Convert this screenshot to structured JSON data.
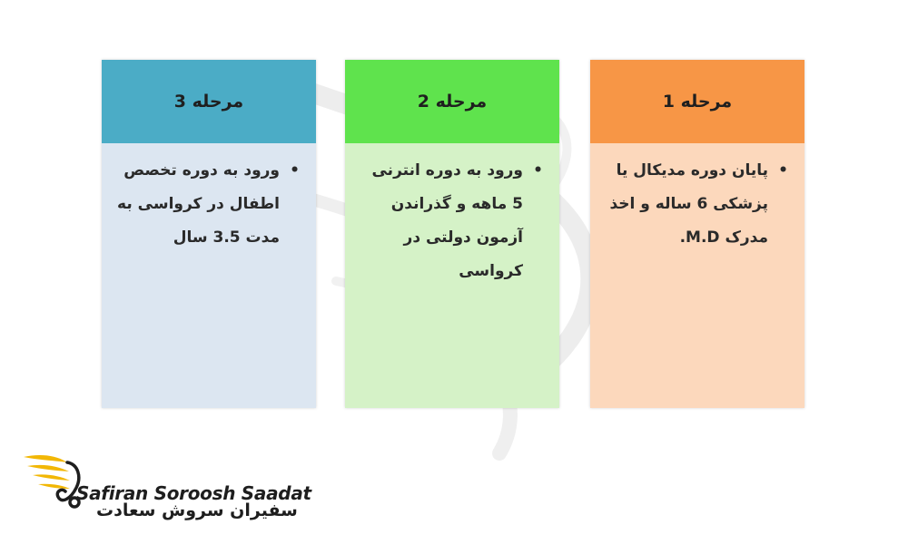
{
  "stages": [
    {
      "title": "مرحله 1",
      "header_color": "#F79646",
      "body_color": "#FCD8BC",
      "bullet": "•",
      "text": "پایان دوره مدیکال یا پزشکی 6 ساله و اخذ مدرک M.D."
    },
    {
      "title": "مرحله 2",
      "header_color": "#5FE34D",
      "body_color": "#D5F2C7",
      "bullet": "•",
      "text": "ورود به دوره انترنی 5 ماهه و گذراندن آزمون دولتی در کرواسی"
    },
    {
      "title": "مرحله 3",
      "header_color": "#4BACC6",
      "body_color": "#DCE6F1",
      "bullet": "•",
      "text": "ورود به دوره تخصص اطفال در کرواسی به مدت 3.5 سال"
    }
  ],
  "logo": {
    "name_en": "Safiran Soroosh Saadat",
    "name_fa": "سفیران سروش سعادت",
    "wing_color": "#F2B705",
    "text_color": "#1E1E1E"
  }
}
